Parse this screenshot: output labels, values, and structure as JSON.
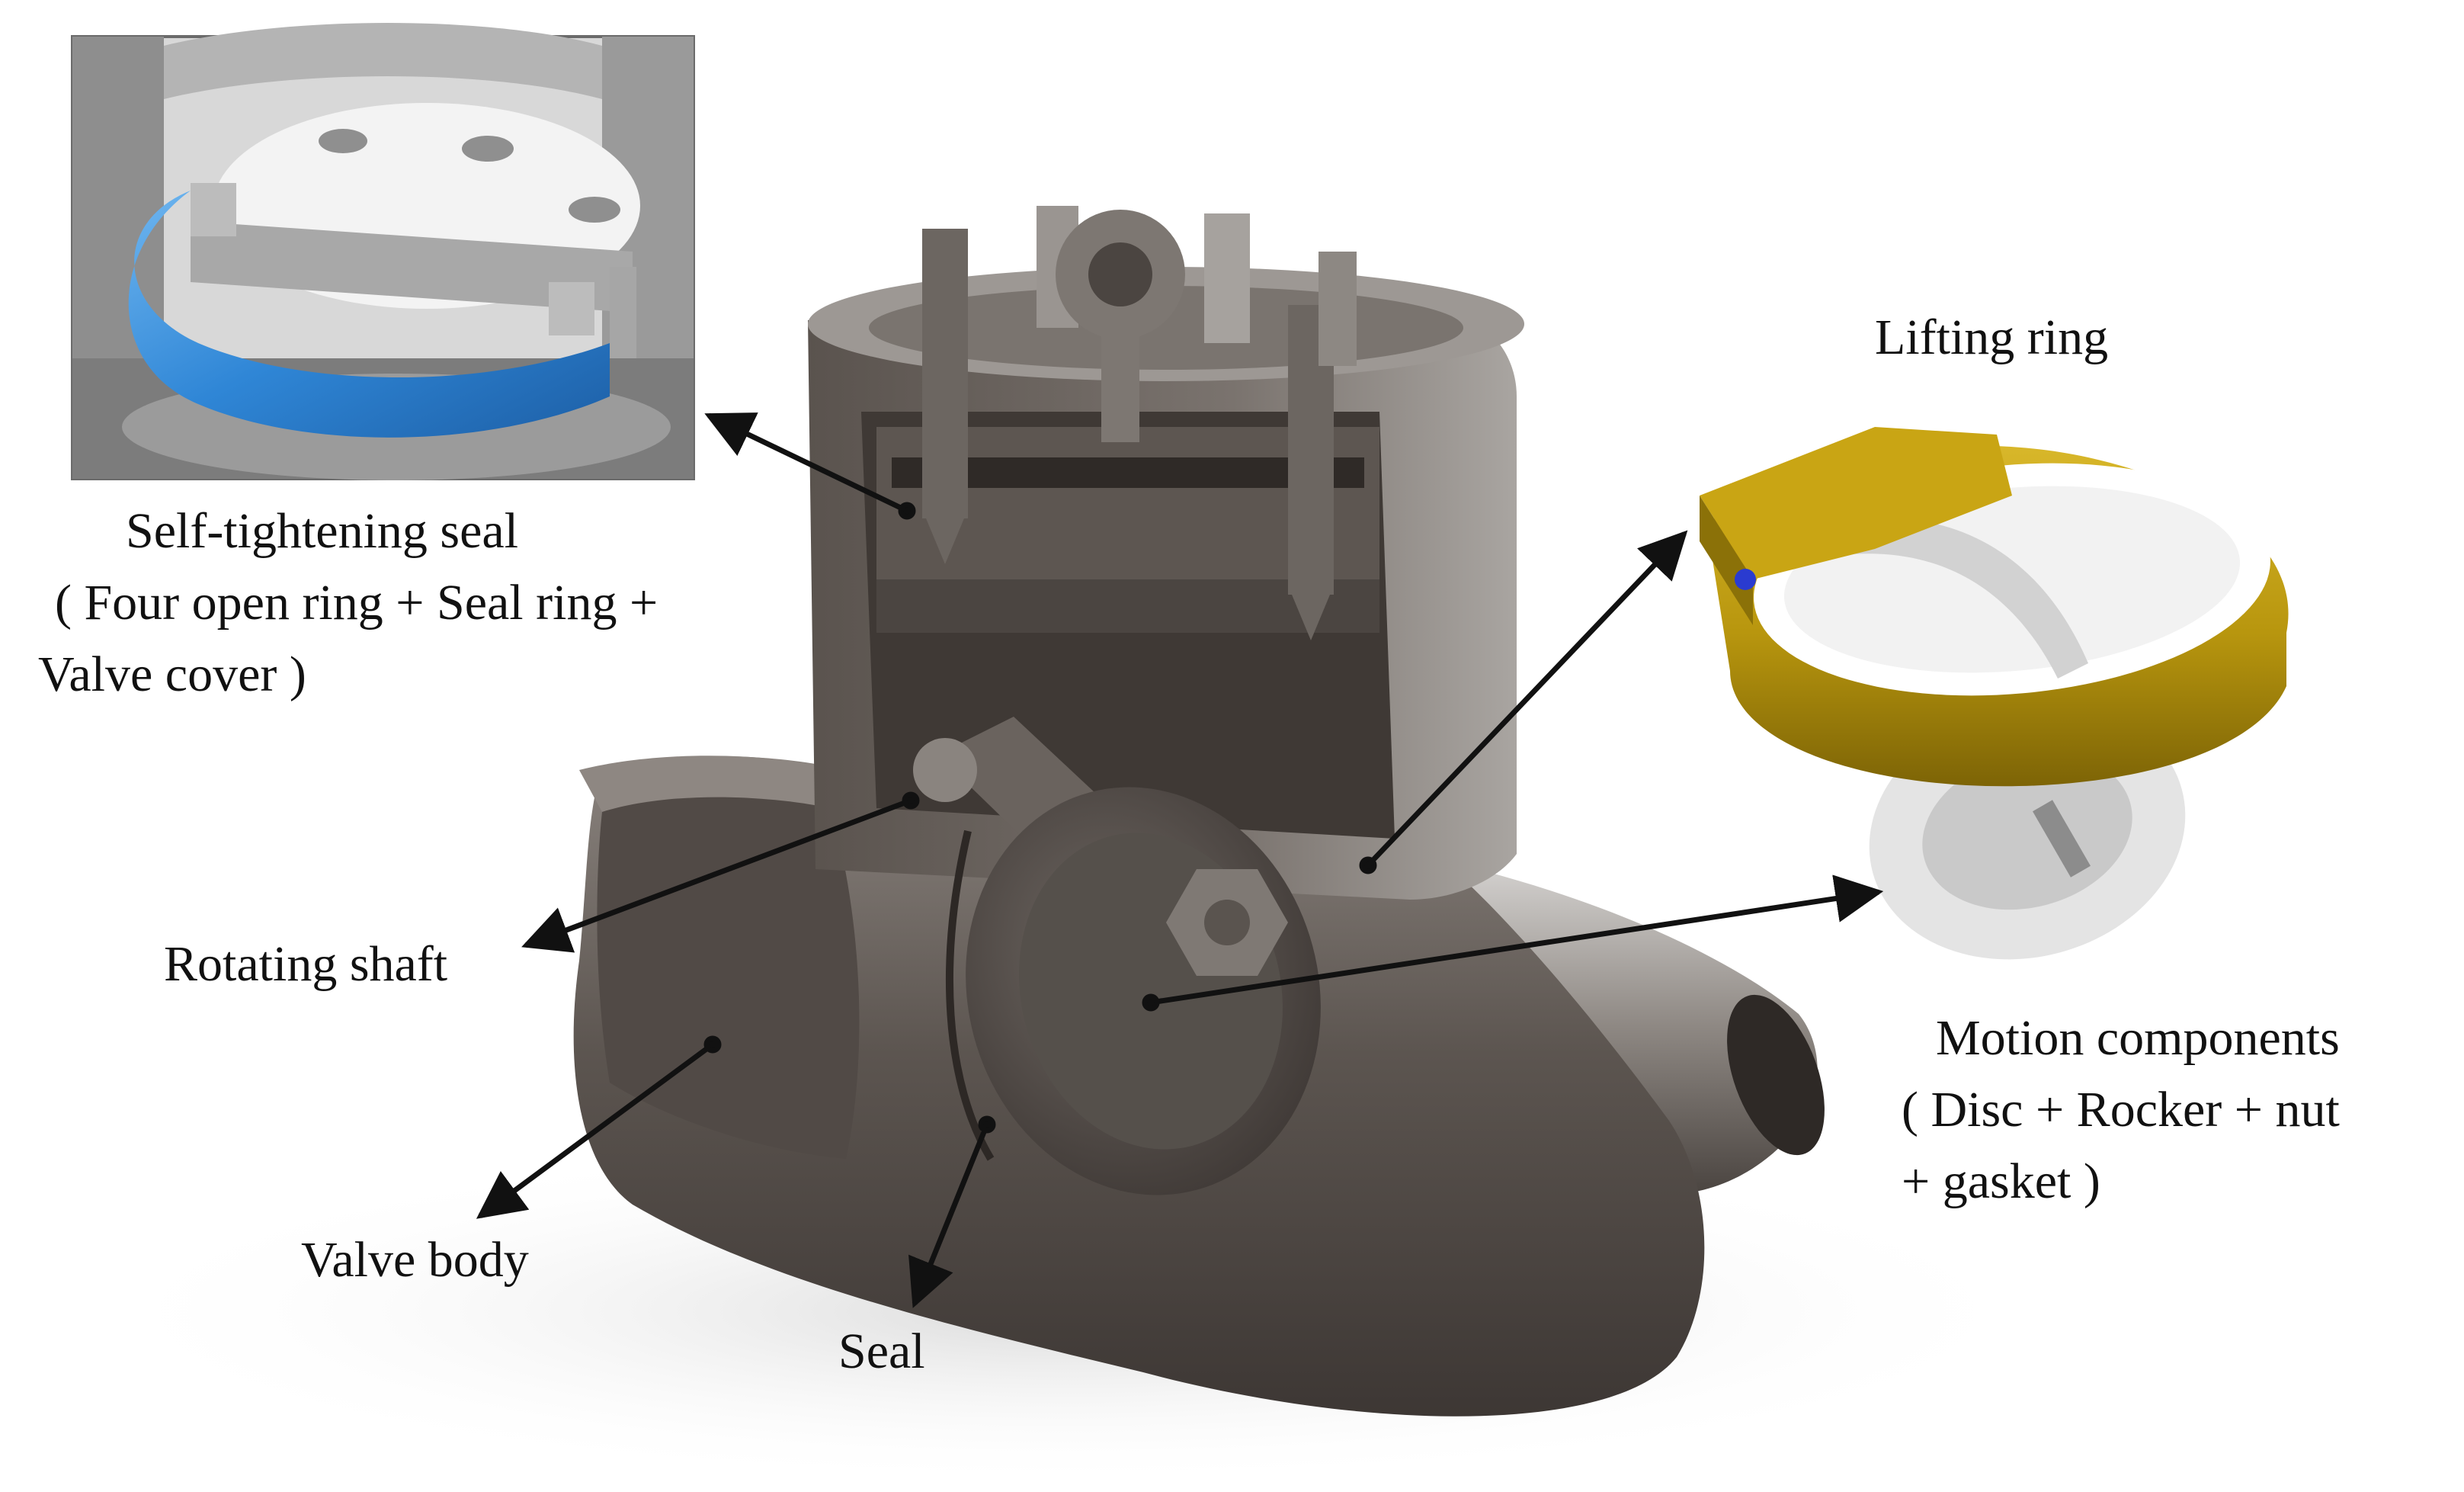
{
  "labels": {
    "self_tightening_seal": {
      "title": "Self-tightening seal",
      "line2": "( Four open ring + Seal ring +",
      "line3": "Valve cover )"
    },
    "lifting_ring": "Lifting ring",
    "rotating_shaft": "Rotating shaft",
    "motion_components": {
      "title": "Motion components",
      "line2": "( Disc + Rocker + nut",
      "line3": "+ gasket )"
    },
    "valve_body": "Valve body",
    "seal": "Seal"
  },
  "colors": {
    "metal_dark": "#4a4440",
    "metal_mid": "#6e6762",
    "metal_light": "#bdb9b5",
    "seal_ring_blue": "#2f86d6",
    "lifting_ring_gold": "#b8960e",
    "arrow": "#111111"
  },
  "icons": {
    "main_render": "swing-check-valve-cutaway",
    "inset_left": "seal-ring-detail",
    "inset_right": "lifting-ring-detail"
  }
}
